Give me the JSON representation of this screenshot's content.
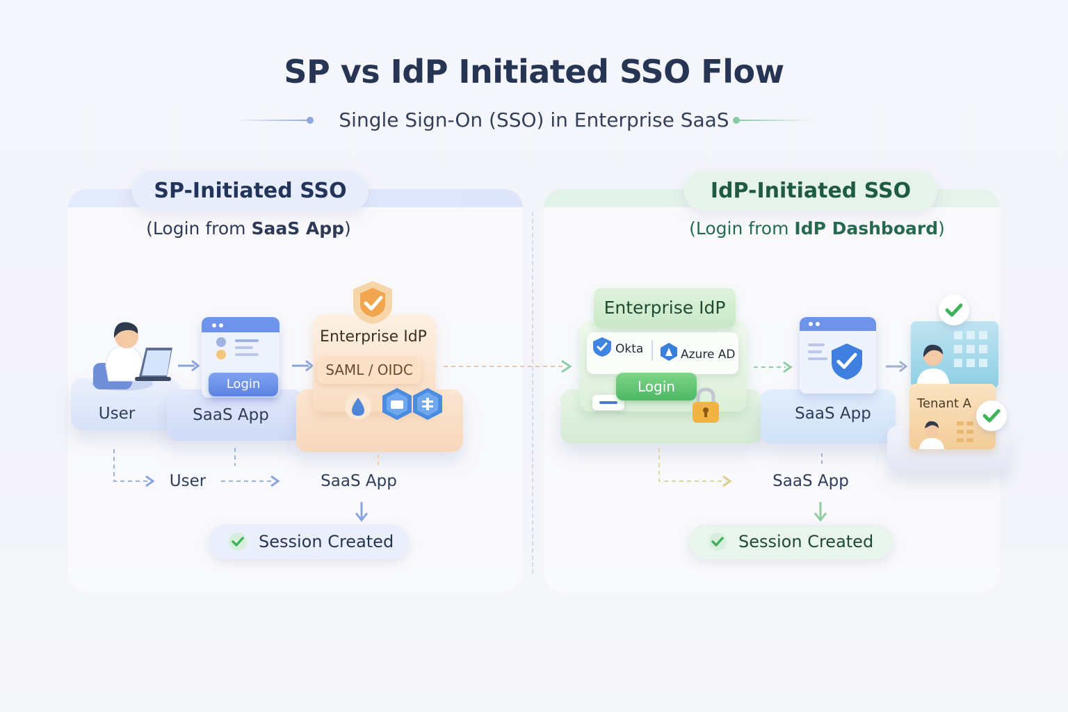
{
  "title": "SP vs IdP Initiated SSO Flow",
  "subtitle": "Single Sign-On (SSO) in Enterprise SaaS",
  "left": {
    "heading": "SP-Initiated SSO",
    "sub_prefix": "(Login from ",
    "sub_bold": "SaaS App",
    "sub_suffix": ")",
    "nodes": {
      "user": "User",
      "saas": "SaaS App",
      "login": "Login",
      "idp": "Enterprise IdP",
      "protocol": "SAML / OIDC"
    },
    "flow": {
      "user": "User",
      "saas": "SaaS App"
    },
    "session": "Session Created"
  },
  "right": {
    "heading": "IdP-Initiated SSO",
    "sub_prefix": "(Login from ",
    "sub_bold": "IdP Dashboard",
    "sub_suffix": ")",
    "nodes": {
      "idp": "Enterprise IdP",
      "okta": "Okta",
      "azure": "Azure AD",
      "login": "Login",
      "saas": "SaaS App",
      "tenant": "Tenant A"
    },
    "flow": {
      "saas": "SaaS App"
    },
    "session": "Session Created"
  },
  "colors": {
    "sp_accent": "#6d94ea",
    "idp_accent": "#4cb866",
    "check_green": "#3fb35c",
    "idp_orange": "#f3a858"
  }
}
